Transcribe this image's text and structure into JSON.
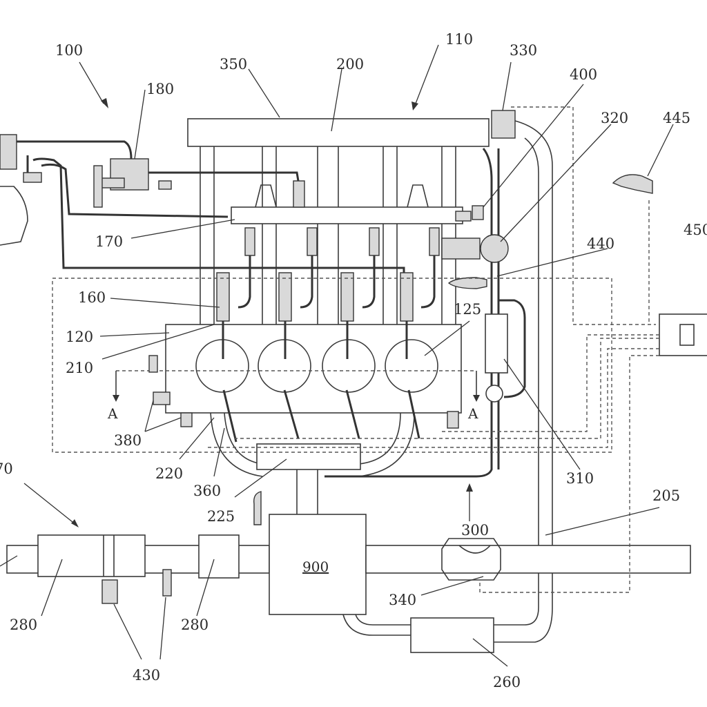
{
  "labels": {
    "l100": "100",
    "l110": "110",
    "l180": "180",
    "l350": "350",
    "l200": "200",
    "l330": "330",
    "l400": "400",
    "l320": "320",
    "l445": "445",
    "l450": "450",
    "l170": "170",
    "l440": "440",
    "l160": "160",
    "l125": "125",
    "l120": "120",
    "l210": "210",
    "lA_left": "A",
    "lA_right": "A",
    "l380": "380",
    "l220": "220",
    "l360": "360",
    "l310": "310",
    "l205": "205",
    "l225": "225",
    "l300": "300",
    "l70": "70",
    "l900": "900",
    "l280a": "280",
    "l280b": "280",
    "l340": "340",
    "l260": "260",
    "l430": "430"
  }
}
